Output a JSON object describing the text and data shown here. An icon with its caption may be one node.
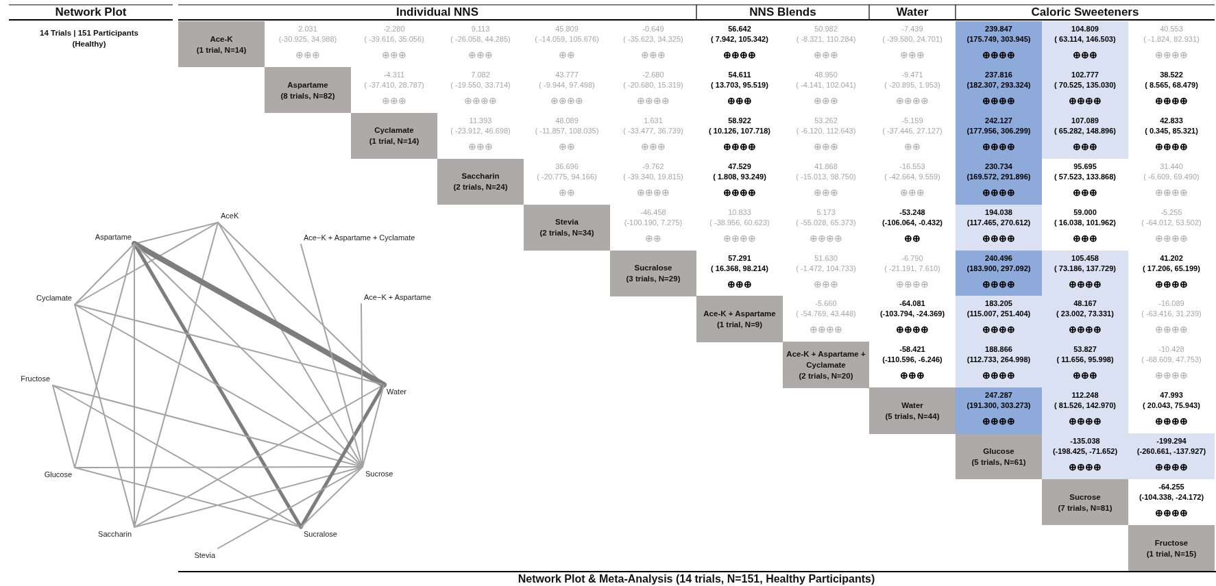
{
  "diagram": {
    "caption": "Network Plot & Meta-Analysis (14 trials, N=151, Healthy Participants)",
    "nodes": [
      {
        "text": [
          "AceK"
        ]
      },
      {
        "text": [
          "Aspartame"
        ]
      },
      {
        "text": [
          "Ace−K + Aspartame + Cyclamate"
        ]
      },
      {
        "text": [
          "Cyclamate"
        ]
      },
      {
        "text": [
          "Ace−K + Aspartame"
        ]
      },
      {
        "text": [
          "Fructose"
        ]
      },
      {
        "text": [
          "Water"
        ]
      },
      {
        "text": [
          "Glucose"
        ]
      },
      {
        "text": [
          "Sucrose"
        ]
      },
      {
        "text": [
          "Saccharin"
        ]
      },
      {
        "text": [
          "Sucralose"
        ]
      },
      {
        "text": [
          "Stevia"
        ]
      },
      {
        "text": [
          "Ace-K",
          "(1 trial, N=14)"
        ]
      },
      {
        "text": [
          "Aspartame",
          "(8 trials, N=82)"
        ]
      },
      {
        "text": [
          "Cyclamate",
          "(1 trial, N=14)"
        ]
      },
      {
        "text": [
          "Saccharin",
          "(2 trials, N=24)"
        ]
      },
      {
        "text": [
          "Stevia",
          "(2 trials, N=34)"
        ]
      },
      {
        "text": [
          "Sucralose",
          "(3 trials, N=29)"
        ]
      },
      {
        "text": [
          "Ace-K + Aspartame",
          "(1 trial, N=9)"
        ]
      },
      {
        "text": [
          "Ace-K + Aspartame + Cyclamate",
          "(2 trials, N=20)"
        ]
      },
      {
        "text": [
          "Water",
          "(5 trials, N=44)"
        ]
      },
      {
        "text": [
          "Glucose",
          "(5 trials, N=61)"
        ]
      },
      {
        "text": [
          "Sucrose",
          "(7 trials, N=81)"
        ]
      },
      {
        "text": [
          "Fructose",
          "(1 trial, N=15)"
        ]
      }
    ],
    "edges": [
      {
        "from": 0,
        "to": 1,
        "arrow": "none"
      },
      {
        "from": 0,
        "to": 3,
        "arrow": "none"
      },
      {
        "from": 0,
        "to": 9,
        "arrow": "none"
      },
      {
        "from": 0,
        "to": 6,
        "arrow": "none"
      },
      {
        "from": 0,
        "to": 8,
        "arrow": "none"
      },
      {
        "from": 1,
        "to": 6,
        "arrow": "none",
        "style": "thick"
      },
      {
        "from": 1,
        "to": 10,
        "arrow": "none",
        "style": "thick"
      },
      {
        "from": 1,
        "to": 9,
        "arrow": "none"
      },
      {
        "from": 1,
        "to": 3,
        "arrow": "none"
      },
      {
        "from": 1,
        "to": 7,
        "arrow": "none"
      },
      {
        "from": 1,
        "to": 8,
        "arrow": "none"
      },
      {
        "from": 3,
        "to": 9,
        "arrow": "none"
      },
      {
        "from": 3,
        "to": 6,
        "arrow": "none"
      },
      {
        "from": 3,
        "to": 8,
        "arrow": "none"
      },
      {
        "from": 5,
        "to": 7,
        "arrow": "none"
      },
      {
        "from": 5,
        "to": 8,
        "arrow": "none"
      },
      {
        "from": 5,
        "to": 10,
        "arrow": "none"
      },
      {
        "from": 7,
        "to": 8,
        "arrow": "none"
      },
      {
        "from": 7,
        "to": 10,
        "arrow": "none"
      },
      {
        "from": 9,
        "to": 6,
        "arrow": "none"
      },
      {
        "from": 9,
        "to": 8,
        "arrow": "none"
      },
      {
        "from": 10,
        "to": 6,
        "arrow": "none",
        "style": "thick"
      },
      {
        "from": 10,
        "to": 8,
        "arrow": "none"
      },
      {
        "from": 11,
        "to": 8,
        "arrow": "none"
      },
      {
        "from": 2,
        "to": 8,
        "arrow": "none"
      },
      {
        "from": 4,
        "to": 8,
        "arrow": "none"
      },
      {
        "from": 6,
        "to": 8,
        "arrow": "none"
      }
    ],
    "labels": [
      "Network Plot",
      "Individual NNS",
      "NNS Blends",
      "Water",
      "Caloric Sweeteners",
      "14 Trials | 151 Participants (Healthy)",
      "2.031",
      "(-30.925, 34.988)",
      "⊕⊕⊕",
      "-2.280",
      "( -39.616, 35.056)",
      "⊕⊕⊕",
      "9.113",
      "( -26.058, 44.285)",
      "⊕⊕⊕",
      "45.809",
      "( -14.059, 105.676)",
      "⊕⊕",
      "-0.649",
      "( -35.623, 34.325)",
      "⊕⊕⊕",
      "56.642",
      "( 7.942, 105.342)",
      "⊕⊕⊕⊕",
      "50.982",
      "( -8.321, 110.284)",
      "⊕⊕⊕",
      "-7.439",
      "( -39.580, 24.701)",
      "⊕⊕⊕",
      "239.847",
      "(175.749, 303.945)",
      "⊕⊕⊕⊕",
      "104.809",
      "( 63.114, 146.503)",
      "⊕⊕⊕",
      "40.553",
      "( -1.824, 82.931)",
      "⊕⊕⊕⊕",
      "-4.311",
      "( -37.410, 28.787)",
      "⊕⊕⊕",
      "7.082",
      "( -19.550, 33.714)",
      "⊕⊕⊕⊕",
      "43.777",
      "( -9.944, 97.498)",
      "⊕⊕⊕⊕",
      "-2.680",
      "( -20.680, 15.319)",
      "⊕⊕⊕⊕",
      "54.611",
      "( 13.703, 95.519)",
      "⊕⊕⊕",
      "48.950",
      "( -4.141, 102.041)",
      "⊕⊕⊕",
      "-9.471",
      "( -20.895, 1.953)",
      "⊕⊕⊕⊕",
      "237.816",
      "(182.307, 293.324)",
      "⊕⊕⊕⊕",
      "102.777",
      "( 70.525, 135.030)",
      "⊕⊕⊕⊕",
      "38.522",
      "( 8.565, 68.479)",
      "⊕⊕⊕⊕",
      "11.393",
      "( -23.912, 46.698)",
      "⊕⊕⊕",
      "48.089",
      "( -11.857, 108.035)",
      "⊕⊕",
      "1.631",
      "( -33.477, 36.739)",
      "⊕⊕⊕",
      "58.922",
      "( 10.126, 107.718)",
      "⊕⊕⊕⊕",
      "53.262",
      "( -6.120, 112.643)",
      "⊕⊕⊕",
      "-5.159",
      "( -37.446, 27.127)",
      "⊕⊕",
      "242.127",
      "(177.956, 306.299)",
      "⊕⊕⊕⊕",
      "107.089",
      "( 65.282, 148.896)",
      "⊕⊕⊕",
      "42.833",
      "( 0.345, 85.321)",
      "⊕⊕⊕⊕",
      "36.696",
      "( -20.775, 94.166)",
      "⊕⊕",
      "-9.762",
      "( -39.340, 19.815)",
      "⊕⊕⊕⊕",
      "47.529",
      "( 1.808, 93.249)",
      "⊕⊕⊕⊕",
      "41.868",
      "( -15.013, 98.750)",
      "⊕⊕⊕",
      "-16.553",
      "( -42.664, 9.559)",
      "⊕⊕⊕",
      "230.734",
      "(169.572, 291.896)",
      "⊕⊕⊕⊕",
      "95.695",
      "( 57.523, 133.868)",
      "⊕⊕⊕",
      "31.440",
      "( -6.609, 69.490)",
      "⊕⊕⊕⊕",
      "-46.458",
      "(-100.190, 7.275)",
      "⊕⊕",
      "10.833",
      "( -38.956, 60.623)",
      "⊕⊕⊕⊕",
      "5.173",
      "( -55.028, 65.373)",
      "⊕⊕⊕⊕",
      "-53.248",
      "(-106.064, -0.432)",
      "⊕⊕",
      "194.038",
      "(117.465, 270.612)",
      "⊕⊕⊕⊕",
      "59.000",
      "( 16.038, 101.962)",
      "⊕⊕⊕",
      "-5.255",
      "( -64.012, 53.502)",
      "⊕⊕⊕⊕",
      "57.291",
      "( 16.368, 98.214)",
      "⊕⊕⊕",
      "51.630",
      "( -1.472, 104.733)",
      "⊕⊕⊕",
      "-6.790",
      "( -21.191, 7.610)",
      "⊕⊕⊕⊕",
      "240.496",
      "(183.900, 297.092)",
      "⊕⊕⊕⊕",
      "105.458",
      "( 73.186, 137.729)",
      "⊕⊕⊕⊕",
      "41.202",
      "( 17.206, 65.199)",
      "⊕⊕⊕⊕",
      "-5.660",
      "( -54.769, 43.448)",
      "⊕⊕⊕⊕",
      "-64.081",
      "(-103.794, -24.369)",
      "⊕⊕⊕⊕",
      "183.205",
      "(115.007, 251.404)",
      "⊕⊕⊕⊕",
      "48.167",
      "( 23.002, 73.331)",
      "⊕⊕⊕⊕",
      "-16.089",
      "( -63.416, 31.239)",
      "⊕⊕⊕⊕",
      "-58.421",
      "(-110.596, -6.246)",
      "⊕⊕⊕",
      "188.866",
      "(112.733, 264.998)",
      "⊕⊕⊕⊕",
      "53.827",
      "( 11.656, 95.998)",
      "⊕⊕⊕",
      "-10.428",
      "( -68.609, 47.753)",
      "⊕⊕⊕⊕",
      "247.287",
      "(191.300, 303.273)",
      "⊕⊕⊕⊕",
      "112.248",
      "( 81.526, 142.970)",
      "⊕⊕⊕⊕",
      "47.993",
      "( 20.043, 75.943)",
      "⊕⊕⊕⊕",
      "-135.038",
      "(-198.425, -71.652)",
      "⊕⊕⊕⊕",
      "-199.294",
      "(-260.661, -137.927)",
      "⊕⊕⊕⊕",
      "-64.255",
      "(-104.338, -24.172)",
      "⊕⊕⊕⊕"
    ]
  }
}
